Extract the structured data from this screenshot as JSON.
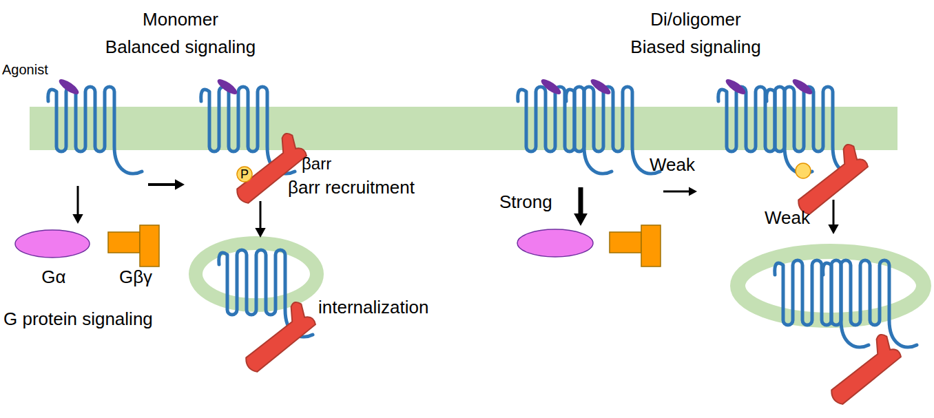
{
  "diagram": {
    "nodes": [
      {
        "text": [
          "Gα"
        ]
      },
      {
        "text": [
          "Gβγ"
        ]
      },
      {
        "text": [
          "P"
        ]
      }
    ],
    "labels": [
      "Monomer",
      "Balanced signaling",
      "Agonist",
      "βarr",
      "βarr recruitment",
      "G protein signaling",
      "internalization",
      "Di/oligomer",
      "Biased signaling",
      "Weak",
      "Strong",
      "Weak"
    ]
  }
}
